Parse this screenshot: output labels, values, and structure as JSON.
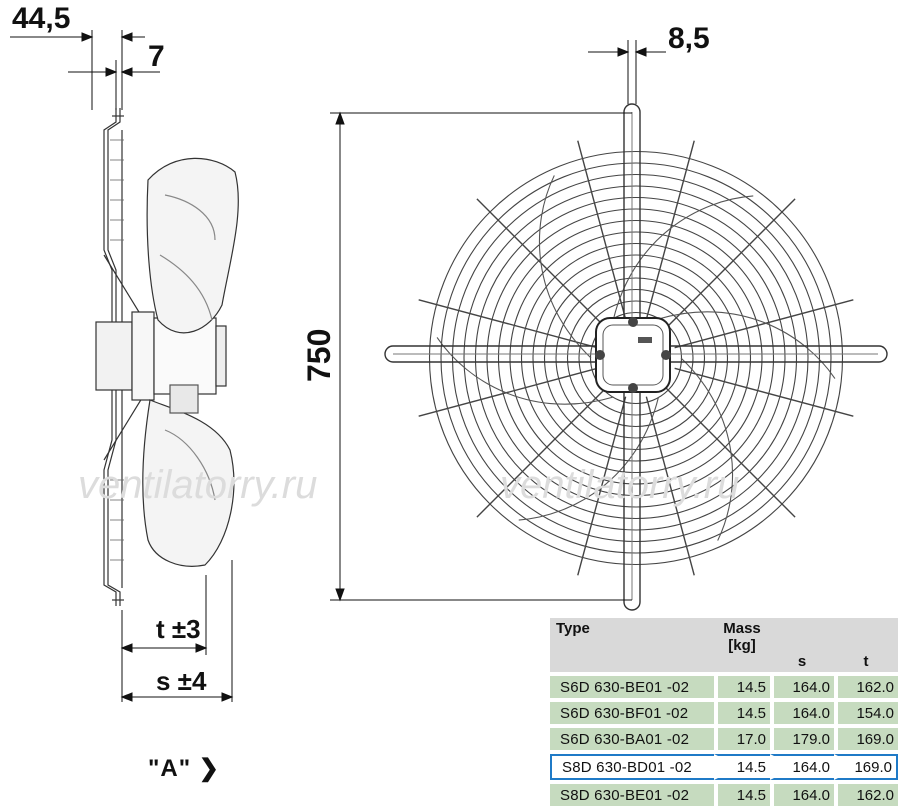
{
  "dimensions": {
    "offset_44_5": "44,5",
    "offset_7": "7",
    "offset_8_5": "8,5",
    "diameter": "750",
    "t_tol": "t ±3",
    "s_tol": "s ±4"
  },
  "watermark": "ventilatorry.ru",
  "view_label": "\"A\" ❯",
  "table": {
    "headers": [
      "Type",
      "Mass [kg]",
      "s",
      "t"
    ],
    "rows": [
      {
        "type": "S6D 630-BE01 -02",
        "mass": "14.5",
        "s": "164.0",
        "t": "162.0"
      },
      {
        "type": "S6D 630-BF01 -02",
        "mass": "14.5",
        "s": "164.0",
        "t": "154.0"
      },
      {
        "type": "S6D 630-BA01 -02",
        "mass": "17.0",
        "s": "179.0",
        "t": "169.0"
      },
      {
        "type": "S8D 630-BD01 -02",
        "mass": "14.5",
        "s": "164.0",
        "t": "169.0"
      },
      {
        "type": "S8D 630-BE01 -02",
        "mass": "14.5",
        "s": "164.0",
        "t": "162.0"
      }
    ],
    "selected_row": 3
  }
}
